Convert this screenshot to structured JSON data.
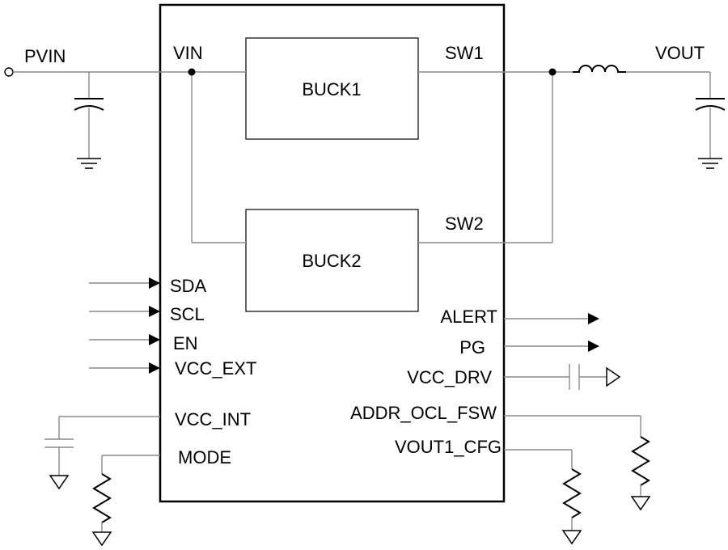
{
  "chip_pins": {
    "vin": "VIN",
    "sw1": "SW1",
    "sw2": "SW2",
    "sda": "SDA",
    "scl": "SCL",
    "en": "EN",
    "vcc_ext": "VCC_EXT",
    "vcc_int": "VCC_INT",
    "mode": "MODE",
    "alert": "ALERT",
    "pg": "PG",
    "vcc_drv": "VCC_DRV",
    "addr_ocl_fsw": "ADDR_OCL_FSW",
    "vout1_cfg": "VOUT1_CFG"
  },
  "blocks": {
    "buck1": "BUCK1",
    "buck2": "BUCK2"
  },
  "nets": {
    "pvin": "PVIN",
    "vout": "VOUT"
  }
}
